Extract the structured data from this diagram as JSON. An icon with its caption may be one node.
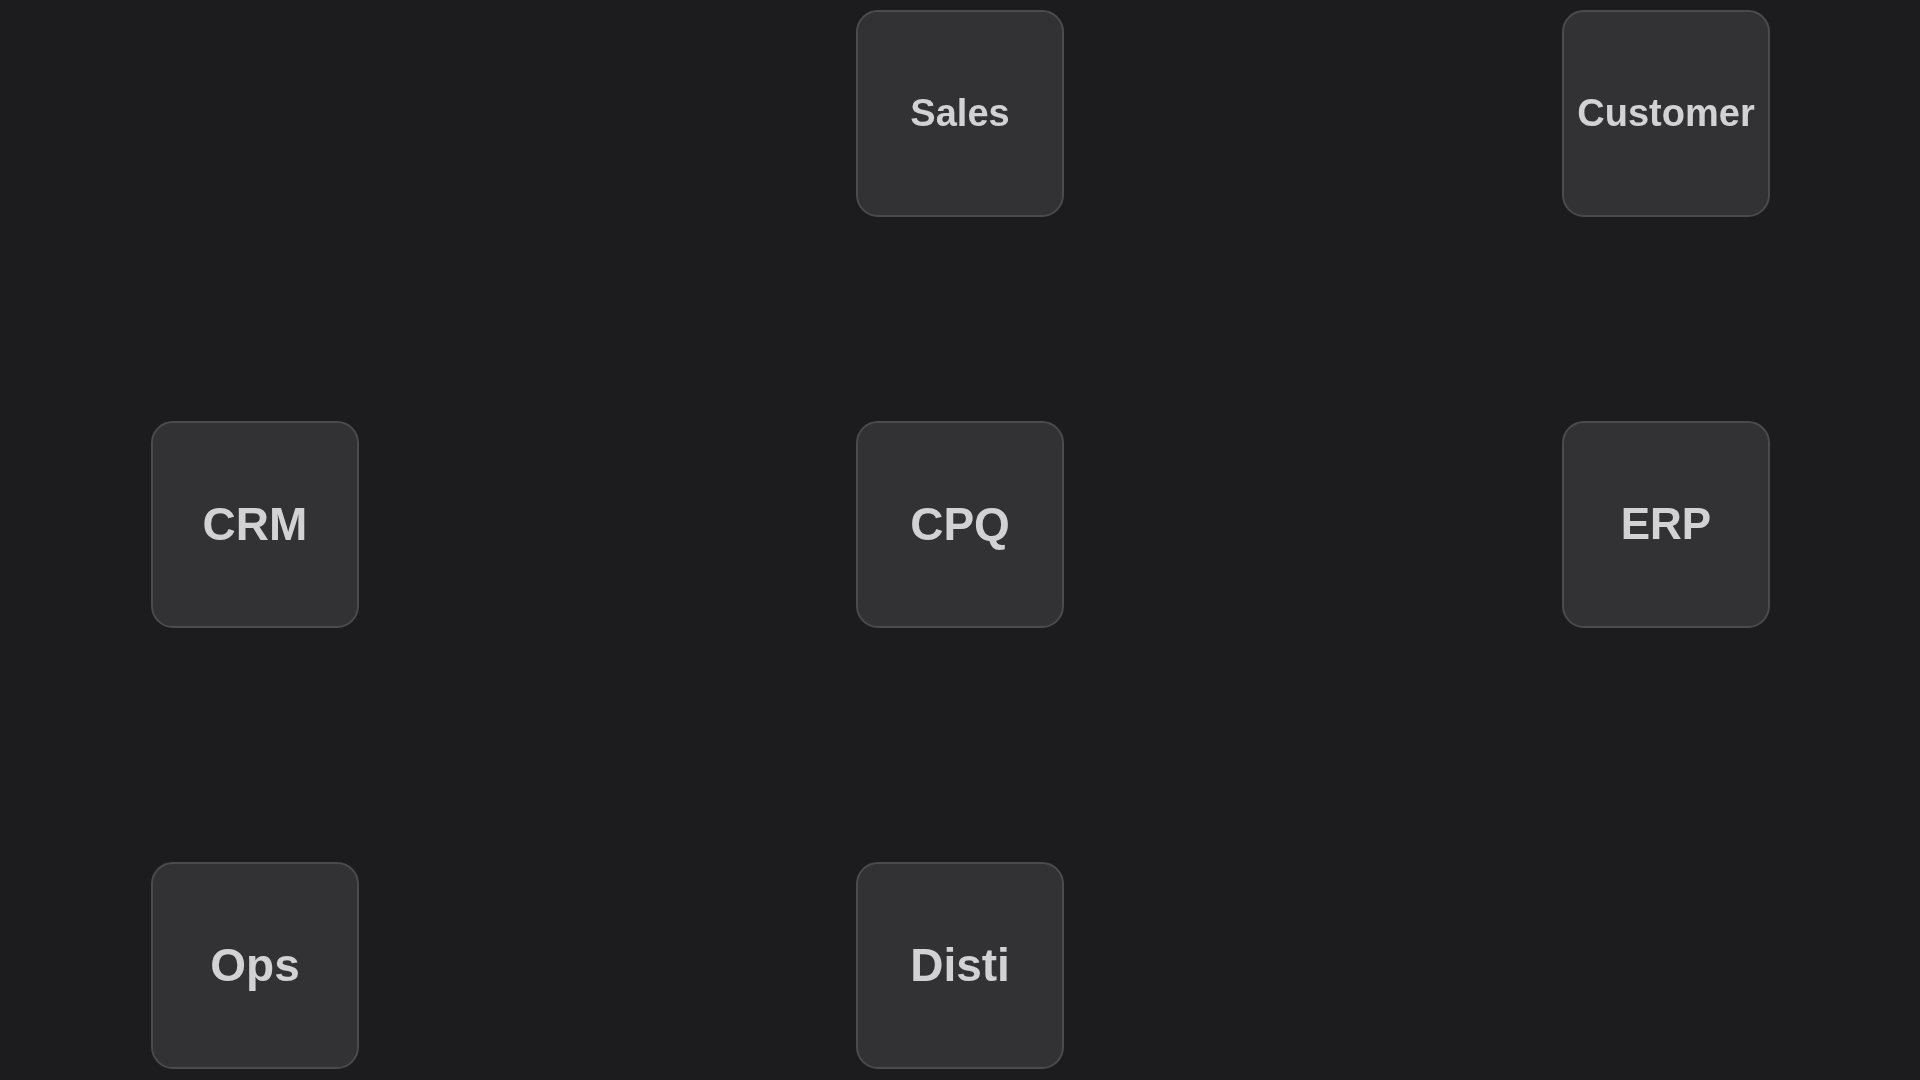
{
  "diagram": {
    "nodes": [
      {
        "text": [
          "Sales"
        ]
      },
      {
        "text": [
          "Customer"
        ]
      },
      {
        "text": [
          "CRM"
        ]
      },
      {
        "text": [
          "CPQ"
        ]
      },
      {
        "text": [
          "ERP"
        ]
      },
      {
        "text": [
          "Ops"
        ]
      },
      {
        "text": [
          "Disti"
        ]
      }
    ]
  }
}
